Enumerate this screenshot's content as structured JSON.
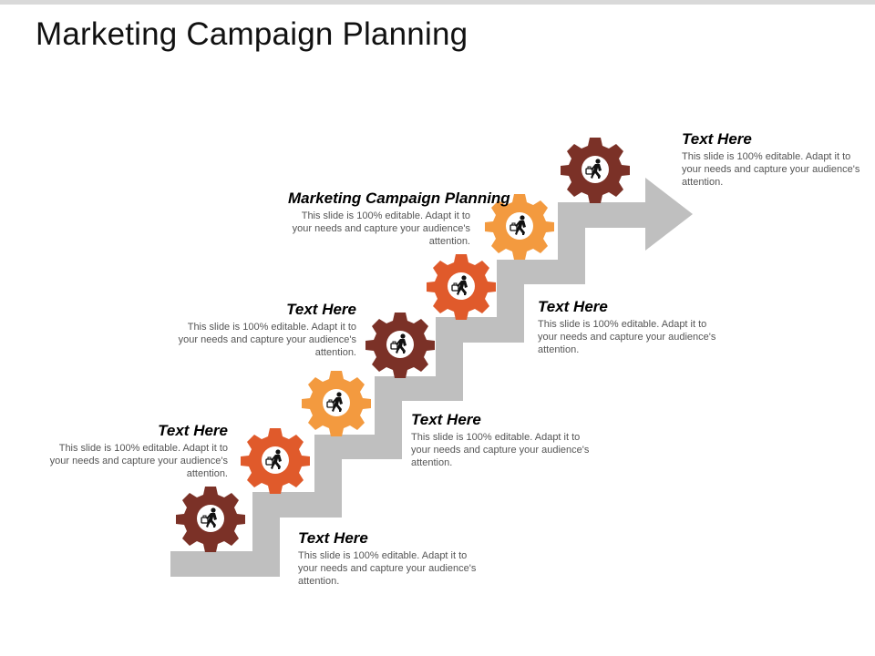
{
  "slide": {
    "title": "Marketing Campaign Planning"
  },
  "colors": {
    "stair": "#bfbfbf",
    "gear_dark_brown": "#7b3127",
    "gear_red_orange": "#e05a2b",
    "gear_light_orange": "#f39a3f",
    "icon": "#111111",
    "body_text": "#555555"
  },
  "gears": [
    {
      "id": 1,
      "color": "gear_dark_brown",
      "icon": "running-businessman-icon"
    },
    {
      "id": 2,
      "color": "gear_red_orange",
      "icon": "running-businessman-icon"
    },
    {
      "id": 3,
      "color": "gear_light_orange",
      "icon": "running-businessman-icon"
    },
    {
      "id": 4,
      "color": "gear_dark_brown",
      "icon": "running-businessman-icon"
    },
    {
      "id": 5,
      "color": "gear_red_orange",
      "icon": "running-businessman-icon"
    },
    {
      "id": 6,
      "color": "gear_light_orange",
      "icon": "running-businessman-icon"
    },
    {
      "id": 7,
      "color": "gear_dark_brown",
      "icon": "running-businessman-icon"
    }
  ],
  "blocks": [
    {
      "heading": "Text Here",
      "body": "This slide is 100% editable. Adapt it to your needs and capture your audience's attention."
    },
    {
      "heading": "Text Here",
      "body": "This slide is 100% editable. Adapt it to your needs and capture your audience's attention."
    },
    {
      "heading": "Text Here",
      "body": "This slide is 100% editable. Adapt it to your needs and capture your audience's attention."
    },
    {
      "heading": "Text Here",
      "body": "This slide is 100% editable. Adapt it to your needs and capture your audience's attention."
    },
    {
      "heading": "Text Here",
      "body": "This slide is 100% editable. Adapt it to your needs and capture your audience's attention."
    },
    {
      "heading": "Marketing Campaign Planning",
      "body": "This slide is 100% editable. Adapt it to your needs and capture your audience's attention."
    },
    {
      "heading": "Text Here",
      "body": "This slide is 100% editable. Adapt it to your needs and capture your audience's attention."
    }
  ]
}
